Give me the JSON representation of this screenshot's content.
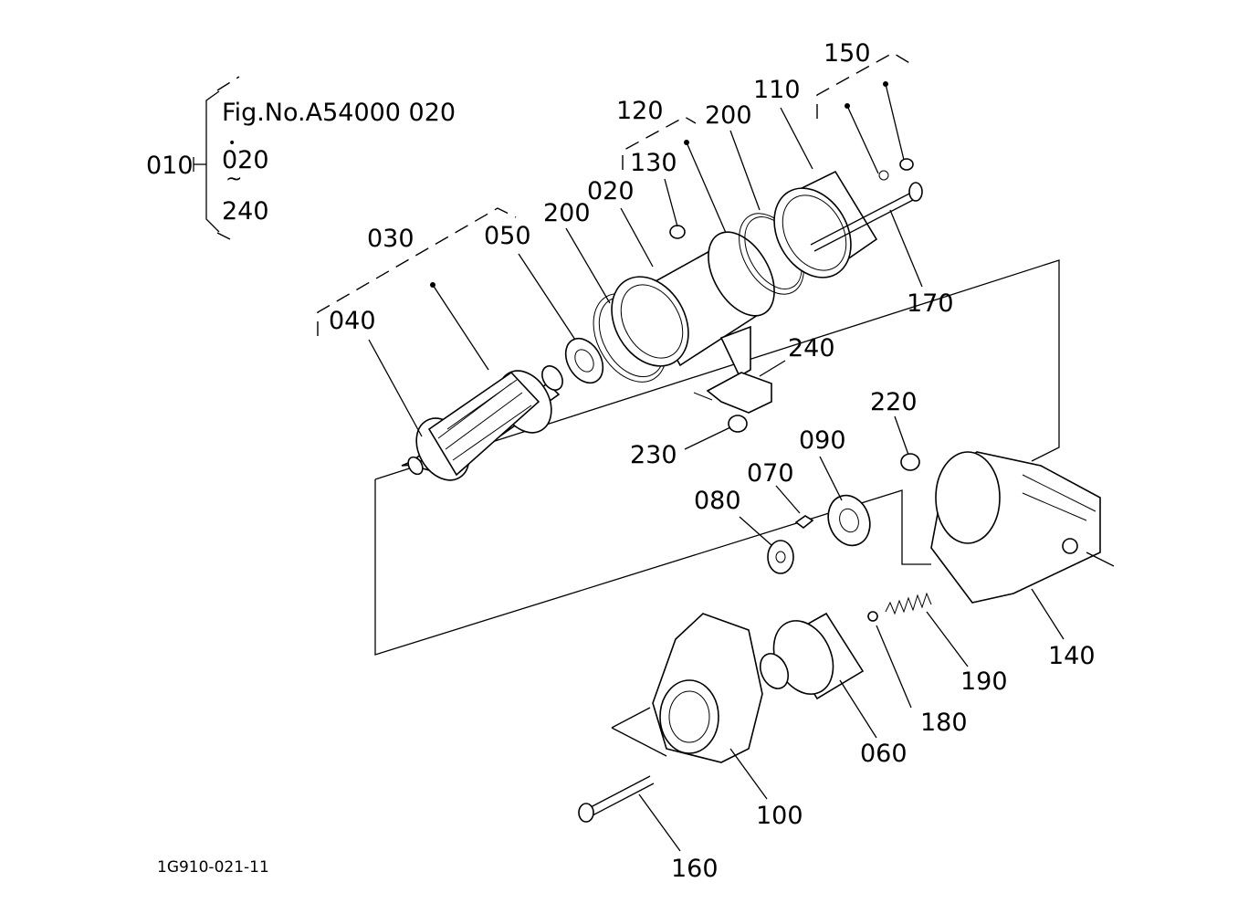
{
  "figure": {
    "fig_no": "Fig.No.A54000 020",
    "range_from": "020",
    "range_sep": "~",
    "range_to": "240",
    "assembly_ref": "010",
    "drawing_code": "1G910-021-11"
  },
  "labels": {
    "p020": "020",
    "p030": "030",
    "p040": "040",
    "p050": "050",
    "p060": "060",
    "p070": "070",
    "p080": "080",
    "p090": "090",
    "p100": "100",
    "p110": "110",
    "p120": "120",
    "p130": "130",
    "p140": "140",
    "p150": "150",
    "p160": "160",
    "p170": "170",
    "p180": "180",
    "p190": "190",
    "p200a": "200",
    "p200b": "200",
    "p220": "220",
    "p230": "230",
    "p240": "240"
  },
  "colors": {
    "ink": "#000000",
    "paper": "#ffffff"
  }
}
